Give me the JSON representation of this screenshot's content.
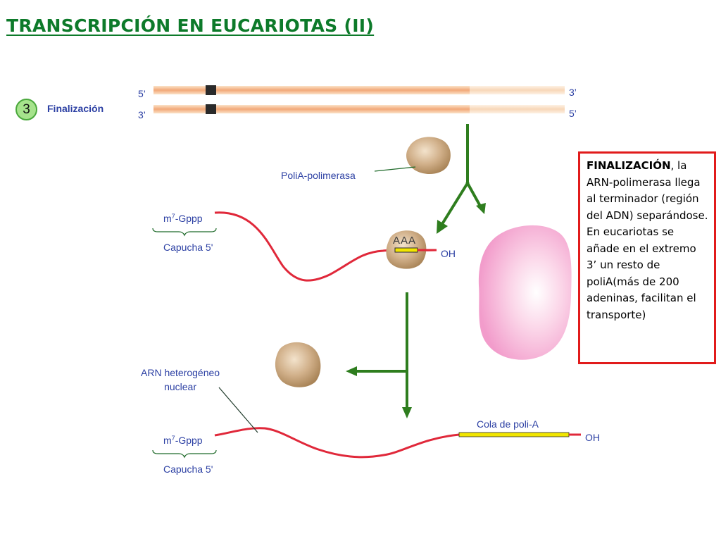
{
  "title": "TRANSCRIPCIÓN EN EUCARIOTAS (II)",
  "step": {
    "number": "3",
    "label": "Finalización"
  },
  "dna": {
    "top_left": "5’",
    "top_right": "3’",
    "bottom_left": "3’",
    "bottom_right": "5’"
  },
  "labels": {
    "polia_polimerasa": "PoliA-polimerasa",
    "cap1_prefix": "m",
    "cap1_sup": "7",
    "cap1_suffix": "-Gppp",
    "capucha1": "Capucha 5'",
    "aaa": "AAA",
    "oh1": "OH",
    "arn_line1": "ARN heterogéneo",
    "arn_line2": "nuclear",
    "cap2_prefix": "m",
    "cap2_sup": "7",
    "cap2_suffix": "-Gppp",
    "capucha2": "Capucha 5'",
    "cola": "Cola de poli-A",
    "oh2": "OH"
  },
  "info": {
    "bold": "FINALIZACIÓN",
    "text": ", la ARN-polimerasa llega al terminador (región del ADN) separándose.  En eucariotas se añade en el extremo 3’ un resto de poliA(más de 200 adeninas, facilitan el transporte)"
  },
  "colors": {
    "title": "#0d7a2a",
    "label_blue": "#2b3fa3",
    "rna_red": "#e0283a",
    "arrow_green": "#2e7d1e",
    "info_border": "#e11b1b",
    "polya_yellow": "#f2e600",
    "enzyme": "#c9a57c",
    "polymerase_pink": "#f6b8d8"
  }
}
